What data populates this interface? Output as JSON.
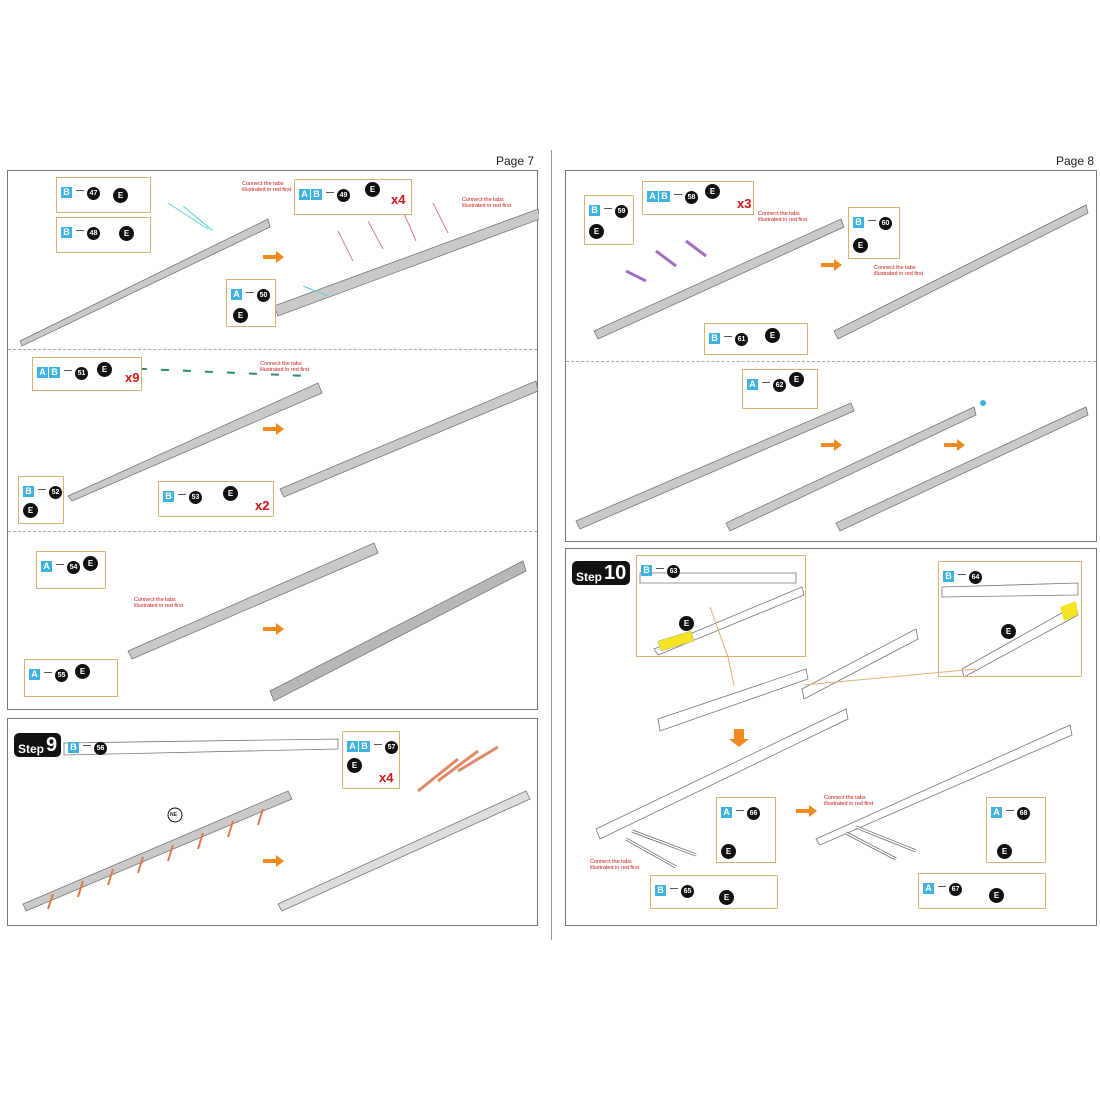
{
  "pages": {
    "left": {
      "label": "Page 7"
    },
    "right": {
      "label": "Page 8"
    }
  },
  "steps": {
    "step9": {
      "word": "Step",
      "number": "9"
    },
    "step10": {
      "word": "Step",
      "number": "10"
    }
  },
  "common": {
    "tool_letter": "E",
    "note_line1": "Connect the tabs",
    "note_line2": "illustrated in red first",
    "ne_label": "NE"
  },
  "callouts": {
    "c47": {
      "parts": [
        "B"
      ],
      "number": "47",
      "qty": ""
    },
    "c48": {
      "parts": [
        "B"
      ],
      "number": "48",
      "qty": ""
    },
    "c49": {
      "parts": [
        "A",
        "B"
      ],
      "number": "49",
      "qty": "x4"
    },
    "c50": {
      "parts": [
        "A"
      ],
      "number": "50",
      "qty": ""
    },
    "c51": {
      "parts": [
        "A",
        "B"
      ],
      "number": "51",
      "qty": "x9"
    },
    "c52": {
      "parts": [
        "B"
      ],
      "number": "52",
      "qty": ""
    },
    "c53": {
      "parts": [
        "B"
      ],
      "number": "53",
      "qty": "x2"
    },
    "c54": {
      "parts": [
        "A"
      ],
      "number": "54",
      "qty": ""
    },
    "c55": {
      "parts": [
        "A"
      ],
      "number": "55",
      "qty": ""
    },
    "c56": {
      "parts": [
        "B"
      ],
      "number": "56",
      "qty": ""
    },
    "c57": {
      "parts": [
        "A",
        "B"
      ],
      "number": "57",
      "qty": "x4"
    },
    "c58": {
      "parts": [
        "A",
        "B"
      ],
      "number": "58",
      "qty": "x3"
    },
    "c59": {
      "parts": [
        "B"
      ],
      "number": "59",
      "qty": ""
    },
    "c60": {
      "parts": [
        "B"
      ],
      "number": "60",
      "qty": ""
    },
    "c61": {
      "parts": [
        "B"
      ],
      "number": "61",
      "qty": ""
    },
    "c62": {
      "parts": [
        "A"
      ],
      "number": "62",
      "qty": ""
    },
    "c63": {
      "parts": [
        "B"
      ],
      "number": "63",
      "qty": ""
    },
    "c64": {
      "parts": [
        "B"
      ],
      "number": "64",
      "qty": ""
    },
    "c65": {
      "parts": [
        "B"
      ],
      "number": "65",
      "qty": ""
    },
    "c66": {
      "parts": [
        "A"
      ],
      "number": "66",
      "qty": ""
    },
    "c67": {
      "parts": [
        "A"
      ],
      "number": "67",
      "qty": ""
    },
    "c68": {
      "parts": [
        "A"
      ],
      "number": "68",
      "qty": ""
    }
  },
  "colors": {
    "accent_blue": "#3fb2e0",
    "arrow_orange": "#f08a1c",
    "warning_red": "#d01616",
    "hull_gray": "#c9c9c9",
    "highlight_yellow": "#f5e326",
    "tab_green": "#6dbb3a"
  }
}
